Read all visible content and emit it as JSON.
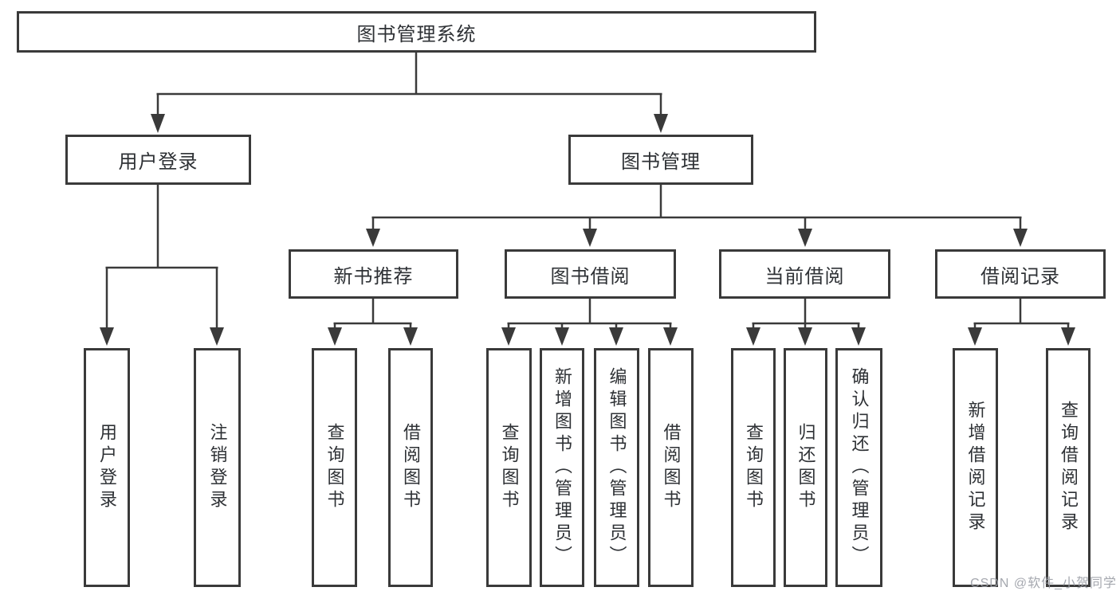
{
  "tree": {
    "label": "图书管理系统",
    "children": [
      {
        "label": "用户登录",
        "children": [
          {
            "label": "用户登录"
          },
          {
            "label": "注销登录"
          }
        ]
      },
      {
        "label": "图书管理",
        "children": [
          {
            "label": "新书推荐",
            "children": [
              {
                "label": "查询图书"
              },
              {
                "label": "借阅图书"
              }
            ]
          },
          {
            "label": "图书借阅",
            "children": [
              {
                "label": "查询图书"
              },
              {
                "label": "新增图书（管理员）"
              },
              {
                "label": "编辑图书（管理员）"
              },
              {
                "label": "借阅图书"
              }
            ]
          },
          {
            "label": "当前借阅",
            "children": [
              {
                "label": "查询图书"
              },
              {
                "label": "归还图书"
              },
              {
                "label": "确认归还（管理员）"
              }
            ]
          },
          {
            "label": "借阅记录",
            "children": [
              {
                "label": "新增借阅记录"
              },
              {
                "label": "查询借阅记录"
              }
            ]
          }
        ]
      }
    ]
  },
  "watermark": "CSDN @软件_小贺同学",
  "colors": {
    "line": "#3a3a3a",
    "text": "#2e3135",
    "watermark": "#9b9ea6",
    "background": "#ffffff"
  }
}
